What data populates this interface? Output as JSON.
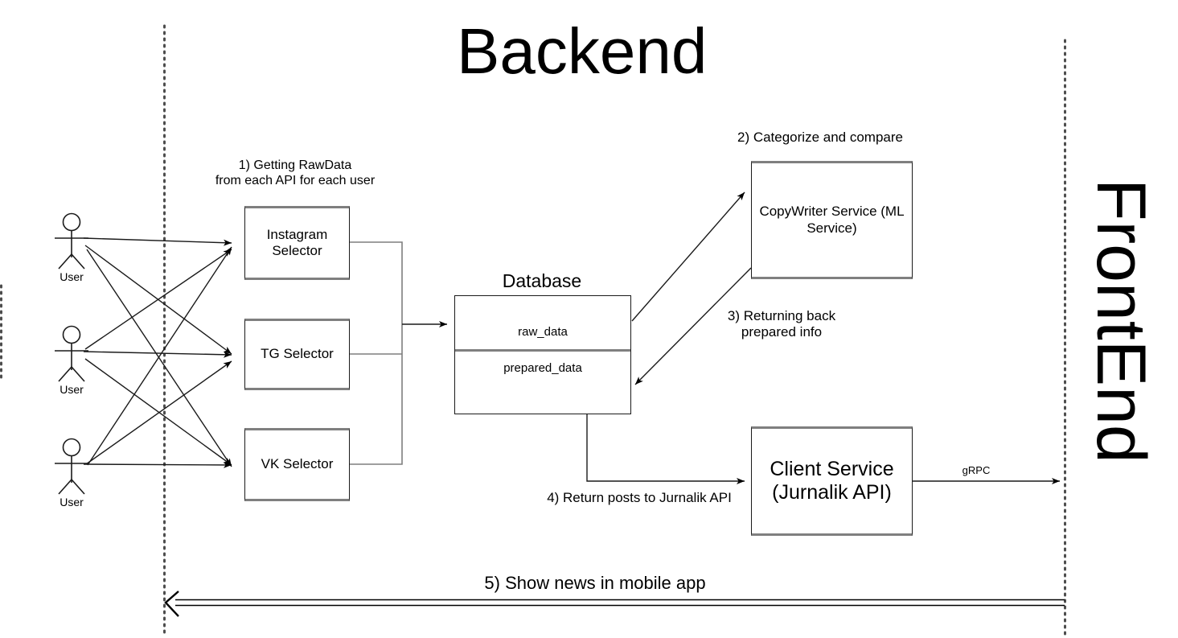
{
  "diagram": {
    "backend_title": "Backend",
    "frontend_title": "FrontEnd",
    "database_title": "Database"
  },
  "actors": [
    {
      "label": "User"
    },
    {
      "label": "User"
    },
    {
      "label": "User"
    }
  ],
  "selectors": [
    {
      "label": "Instagram\nSelector"
    },
    {
      "label": "TG Selector"
    },
    {
      "label": "VK Selector"
    }
  ],
  "database": {
    "title": "Database",
    "tables": [
      {
        "label": "raw_data"
      },
      {
        "label": "prepared_data"
      }
    ]
  },
  "services": [
    {
      "name": "copywriter-service",
      "label": "CopyWriter\nService\n(ML Service)"
    },
    {
      "name": "client-service",
      "label": "Client\nService\n(Jurnalik API)"
    }
  ],
  "step_labels": [
    {
      "id": "step1",
      "text": "1) Getting RawData\nfrom each API for each user"
    },
    {
      "id": "step2",
      "text": "2) Categorize and compare"
    },
    {
      "id": "step3",
      "text": "3) Returning back\nprepared info"
    },
    {
      "id": "step4",
      "text": "4) Return posts to Jurnalik API"
    },
    {
      "id": "step5",
      "text": "5) Show news in mobile app"
    }
  ],
  "edge_labels": [
    {
      "id": "grpc",
      "text": "gRPC"
    }
  ],
  "colors": {
    "stroke": "#1a1a1a",
    "box_accent": "#7f7f7f",
    "background": "#ffffff",
    "boundary": "#4d4d4d"
  }
}
